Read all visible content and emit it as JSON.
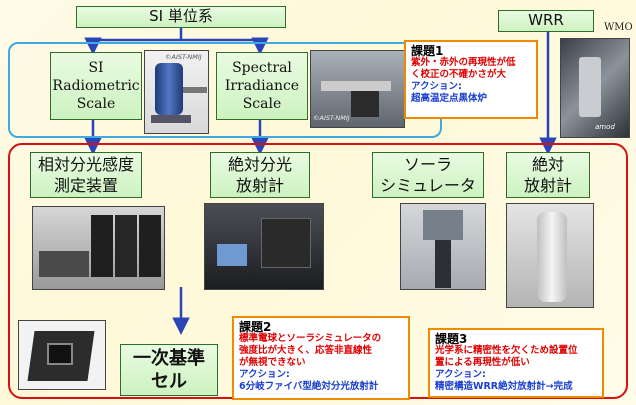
{
  "top": {
    "si_title": "SI 単位系",
    "wrr": "WRR",
    "wmo": "WMO"
  },
  "scales": {
    "radiometric": [
      "SI",
      "Radiometric",
      "Scale"
    ],
    "spectral": [
      "Spectral",
      "Irradiance",
      "Scale"
    ],
    "watermark": "©AIST-NMIJ"
  },
  "instruments": {
    "relative": [
      "相対分光感度",
      "測定装置"
    ],
    "absolute_spectro": [
      "絶対分光",
      "放射計"
    ],
    "solar_sim": [
      "ソーラ",
      "シミュレータ"
    ],
    "absolute_rad": [
      "絶対",
      "放射計"
    ],
    "primary": [
      "一次基準",
      "セル"
    ],
    "amod": "amod"
  },
  "callouts": {
    "c1": {
      "title": "課題1",
      "lines": [
        "紫外・赤外の再現性が低",
        "く校正の不確かさが大"
      ],
      "action_label": "アクション:",
      "action": "超高温定点黒体炉"
    },
    "c2": {
      "title": "課題2",
      "lines": [
        "標準電球とソーラシミュレータの",
        "強度比が大きく、応答非直線性",
        "が無視できない"
      ],
      "action_label": "アクション:",
      "action": "6分岐ファイバ型絶対分光放射計"
    },
    "c3": {
      "title": "課題3",
      "lines": [
        "光学系に精密性を欠くため設置位",
        "置による再現性が低い"
      ],
      "action_label": "アクション:",
      "action": "精密構造WRR絶対放射計→完成"
    }
  },
  "colors": {
    "blue_frame": "#3fa9e0",
    "red_frame": "#d81010",
    "arrow": "#2a45b8",
    "callout_border": "#f08a00",
    "callout_text": "#e00000",
    "action_text": "#1a3fd0"
  }
}
